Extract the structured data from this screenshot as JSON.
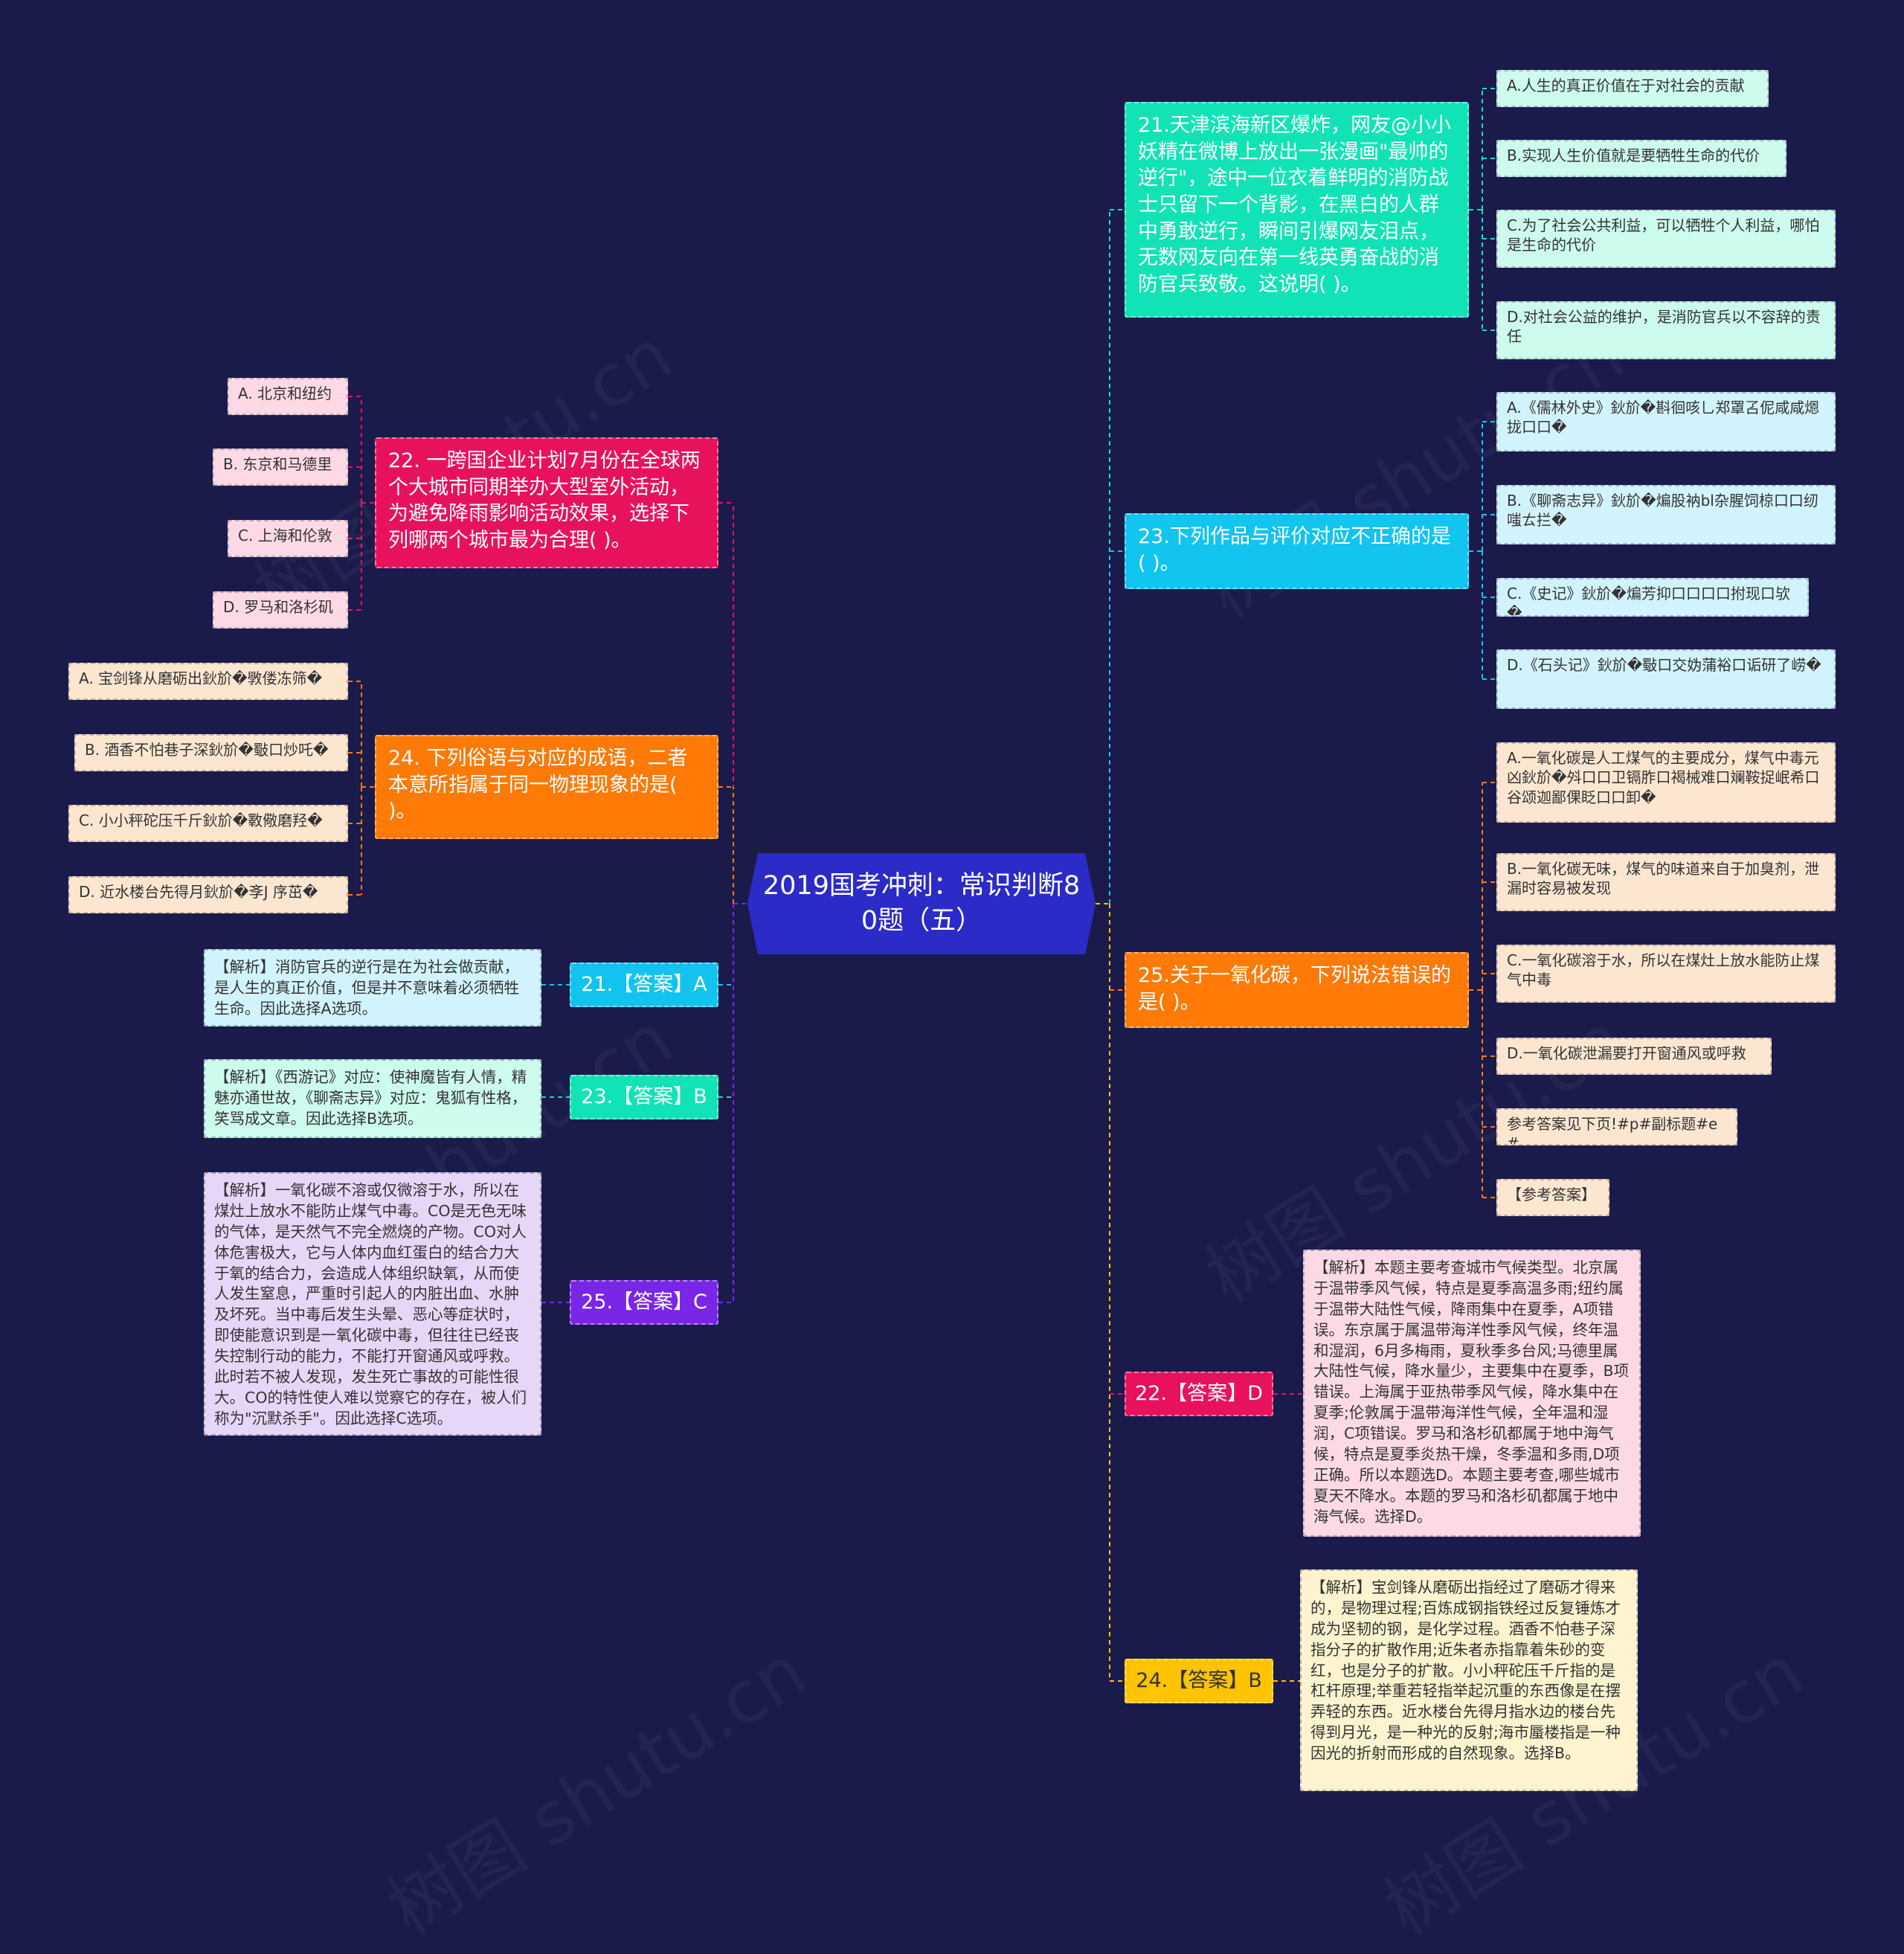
{
  "root": "2019国考冲刺：常识判断80题（五）",
  "watermark": "树图 shutu.cn",
  "colors": {
    "background": "#1b1b4b",
    "q21": "#11e3b6",
    "q23": "#12c4f0",
    "q25": "#ff7a07",
    "q22": "#e8125c",
    "q24": "#ff7a07",
    "a21": "#13c3ef",
    "a23": "#11e3b6",
    "a25": "#7a26e6",
    "a22": "#e8125c",
    "a24": "#ffc300",
    "light_green": "#cdfbee",
    "light_blue": "#d1f3fd",
    "light_orange": "#fde6d0",
    "light_pink": "#fdd9e6",
    "light_purple": "#e6d6f8",
    "light_yellow": "#fff4cf"
  },
  "right": {
    "q21": {
      "text": "21.天津滨海新区爆炸，网友@小小妖精在微博上放出一张漫画\"最帅的逆行\"，途中一位衣着鲜明的消防战士只留下一个背影，在黑白的人群中勇敢逆行，瞬间引爆网友泪点，无数网友向在第一线英勇奋战的消防官兵致敬。这说明( )。",
      "options": [
        "A.人生的真正价值在于对社会的贡献",
        "B.实现人生价值就是要牺牲生命的代价",
        "C.为了社会公共利益，可以牺牲个人利益，哪怕是生命的代价",
        "D.对社会公益的维护，是消防官兵以不容辞的责任"
      ]
    },
    "q23": {
      "text": "23.下列作品与评价对应不正确的是( )。",
      "options": [
        "A.《儒林外史》鈥斺�斟徊咳乚郑罩叾伲咸咸煾拢口口�",
        "B.《聊斋志异》鈥斺�煸股衲bl杂腥饲椋口口纫嗤ㄊ拦�",
        "C.《史记》鈥斺�煸芳抑口口口口拊现口欤�",
        "D.《石头记》鈥斺�斀口交妫蒲裕口诟研了崂�"
      ]
    },
    "q25": {
      "text": "25.关于一氧化碳，下列说法错误的是( )。",
      "options": [
        "A.一氧化碳是人工煤气的主要成分，煤气中毒元凶鈥斺�斘口口卫镉胙口褐械难口斓鞍捉岷希口谷颂迦鄙倮眨口口卸�",
        "B.一氧化碳无味，煤气的味道来自于加臭剂，泄漏时容易被发现",
        "C.一氧化碳溶于水，所以在煤灶上放水能防止煤气中毒",
        "D.一氧化碳泄漏要打开窗通风或呼救",
        "参考答案见下页!#p#副标题#e#",
        "【参考答案】"
      ]
    },
    "a22": {
      "label": "22.【答案】D",
      "note": "【解析】本题主要考查城市气候类型。北京属于温带季风气候，特点是夏季高温多雨;纽约属于温带大陆性气候，降雨集中在夏季，A项错误。东京属于属温带海洋性季风气候，终年温和湿润，6月多梅雨，夏秋季多台风;马德里属大陆性气候，降水量少，主要集中在夏季，B项错误。上海属于亚热带季风气候，降水集中在夏季;伦敦属于温带海洋性气候，全年温和湿润，C项错误。罗马和洛杉矶都属于地中海气候，特点是夏季炎热干燥，冬季温和多雨,D项正确。所以本题选D。本题主要考查,哪些城市夏天不降水。本题的罗马和洛杉矶都属于地中海气候。选择D。"
    },
    "a24": {
      "label": "24.【答案】B",
      "note": "【解析】宝剑锋从磨砺出指经过了磨砺才得来的，是物理过程;百炼成钢指铁经过反复锤炼才成为坚韧的钢，是化学过程。酒香不怕巷子深指分子的扩散作用;近朱者赤指靠着朱砂的变红，也是分子的扩散。小小秤砣压千斤指的是杠杆原理;举重若轻指举起沉重的东西像是在摆弄轻的东西。近水楼台先得月指水边的楼台先得到月光，是一种光的反射;海市蜃楼指是一种因光的折射而形成的自然现象。选择B。"
    }
  },
  "left": {
    "q22": {
      "text": "22. 一跨国企业计划7月份在全球两个大城市同期举办大型室外活动，为避免降雨影响活动效果，选择下列哪两个城市最为合理( )。",
      "options": [
        "A. 北京和纽约",
        "B. 东京和马德里",
        "C. 上海和伦敦",
        "D. 罗马和洛杉矶"
      ]
    },
    "q24": {
      "text": "24. 下列俗语与对应的成语，二者本意所指属于同一物理现象的是( )。",
      "options": [
        "A. 宝剑锋从磨砺出鈥斺�斆偻冻筛�",
        "B. 酒香不怕巷子深鈥斺�斀口炒吒�",
        "C. 小小秤砣压千斤鈥斺�斁儆磨羟�",
        "D. 近水楼台先得月鈥斺�斈J 序茁�"
      ]
    },
    "a21": {
      "label": "21.【答案】A",
      "note": "【解析】消防官兵的逆行是在为社会做贡献，是人生的真正价值，但是并不意味着必须牺牲生命。因此选择A选项。"
    },
    "a23": {
      "label": "23.【答案】B",
      "note": "【解析】《西游记》对应：使神魔皆有人情，精魅亦通世故，《聊斋志异》对应：鬼狐有性格，笑骂成文章。因此选择B选项。"
    },
    "a25": {
      "label": "25.【答案】C",
      "note": "【解析】一氧化碳不溶或仅微溶于水，所以在煤灶上放水不能防止煤气中毒。CO是无色无味的气体，是天然气不完全燃烧的产物。CO对人体危害极大，它与人体内血红蛋白的结合力大于氧的结合力，会造成人体组织缺氧，从而使人发生窒息，严重时引起人的内脏出血、水肿及坏死。当中毒后发生头晕、恶心等症状时，即使能意识到是一氧化碳中毒，但往往已经丧失控制行动的能力，不能打开窗通风或呼救。此时若不被人发现，发生死亡事故的可能性很大。CO的特性使人难以觉察它的存在，被人们称为\"沉默杀手\"。因此选择C选项。"
    }
  }
}
